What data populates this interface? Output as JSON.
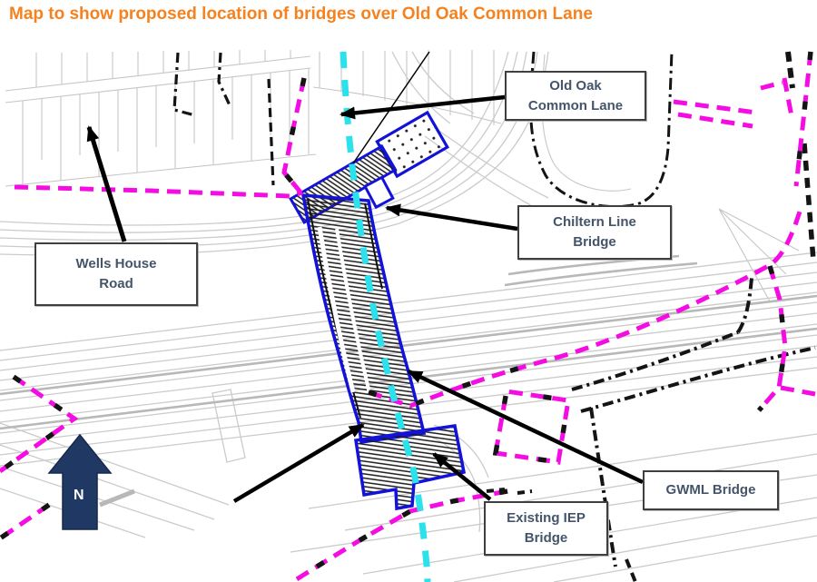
{
  "page": {
    "title": "Map to show proposed location of bridges over Old Oak Common Lane"
  },
  "callouts": {
    "old_oak_common_lane": {
      "lines": [
        "Old Oak",
        "Common Lane"
      ]
    },
    "chiltern_line_bridge": {
      "lines": [
        "Chiltern Line",
        "Bridge"
      ]
    },
    "wells_house_road": {
      "lines": [
        "Wells House",
        "Road"
      ]
    },
    "gwml_bridge": {
      "lines": [
        "GWML Bridge"
      ]
    },
    "existing_iep_bridge": {
      "lines": [
        "Existing IEP",
        "Bridge"
      ]
    }
  },
  "compass": {
    "label": "N"
  },
  "colors": {
    "title_orange": "#F5821F",
    "callout_text": "#44546A",
    "proposed_bridge_blue": "#1312D8",
    "road_cyan": "#2BE1EC",
    "boundary_magenta": "#F50CE3",
    "north_arrow_navy": "#1F3864"
  }
}
